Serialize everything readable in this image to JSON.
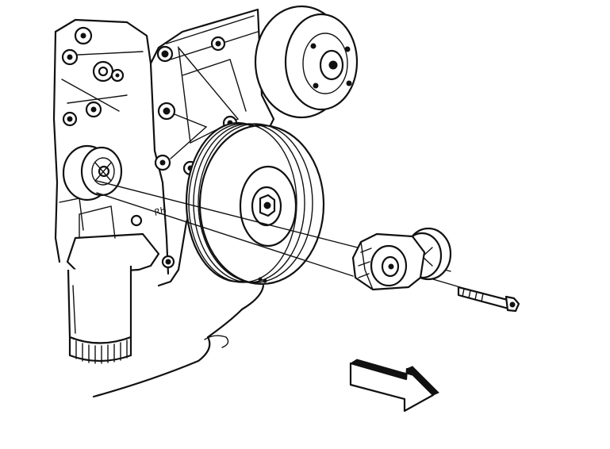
{
  "diagram": {
    "engraving_text": "RH",
    "colors": {
      "line": "#111111",
      "background": "#ffffff"
    },
    "parts": [
      "engine-block",
      "oil-filter",
      "crankshaft-pulley",
      "accessory-pulley",
      "idler-pulley",
      "belt-tensioner",
      "tensioner-bolt",
      "direction-arrow"
    ]
  }
}
